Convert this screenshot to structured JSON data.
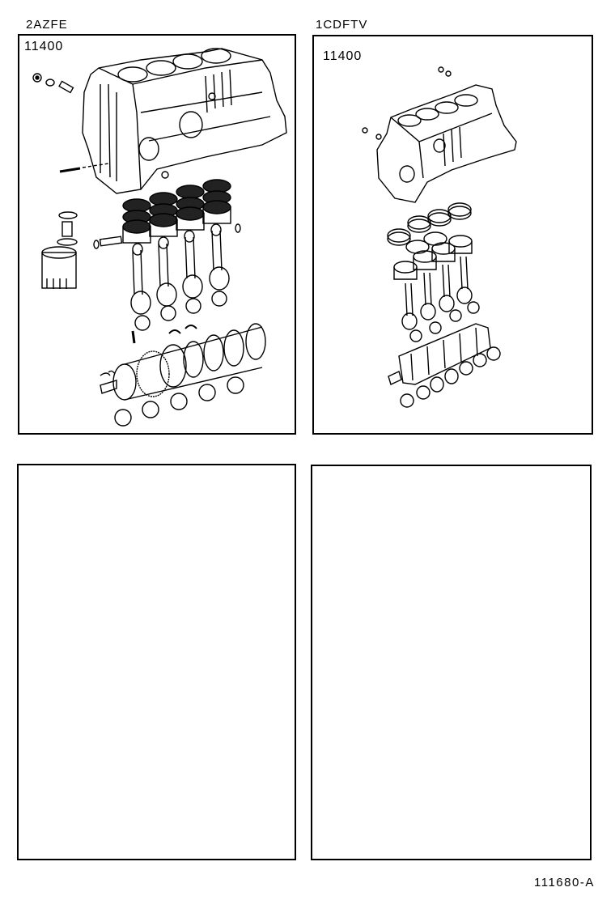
{
  "panels": [
    {
      "engine_label": "2AZFE",
      "part_code": "11400",
      "illustration": "exploded-view-short-block-2azfe",
      "components": [
        "cylinder-block",
        "pistons-with-rings",
        "piston-pins",
        "connecting-rods",
        "rod-bearings",
        "crankshaft",
        "main-bearings",
        "thrust-washers",
        "oil-filter",
        "oil-filter-union",
        "plugs-and-bolts"
      ]
    },
    {
      "engine_label": "1CDFTV",
      "part_code": "11400",
      "illustration": "exploded-view-short-block-1cdftv",
      "components": [
        "cylinder-block",
        "piston-rings",
        "pistons",
        "connecting-rods",
        "rod-bearings",
        "crankshaft",
        "main-bearings",
        "plugs"
      ]
    },
    {
      "engine_label": "",
      "part_code": "",
      "illustration": "empty"
    },
    {
      "engine_label": "",
      "part_code": "",
      "illustration": "empty"
    }
  ],
  "footer": {
    "diagram_id": "111680-A"
  },
  "colors": {
    "line": "#000000",
    "background": "#ffffff"
  }
}
